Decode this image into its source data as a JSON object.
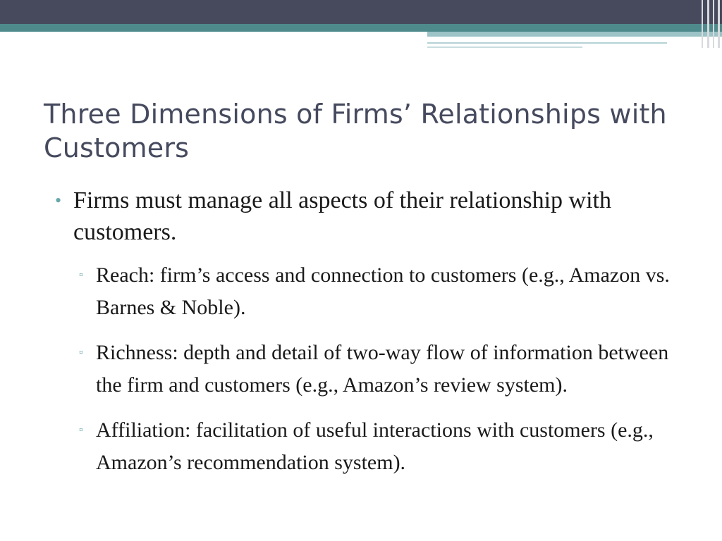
{
  "slide": {
    "title": "Three Dimensions of Firms’ Relationships with Customers",
    "bullets": [
      {
        "level": 1,
        "marker": "•",
        "text": "Firms must manage all aspects of their relationship with customers."
      },
      {
        "level": 2,
        "marker": "▫",
        "text": "Reach: firm’s access and connection to customers (e.g., Amazon vs. Barnes & Noble)."
      },
      {
        "level": 2,
        "marker": "▫",
        "text": "Richness: depth and detail of two-way flow of information between the firm and customers (e.g., Amazon’s review system)."
      },
      {
        "level": 2,
        "marker": "▫",
        "text": "Affiliation: facilitation of useful interactions with customers (e.g., Amazon’s recommendation system)."
      }
    ]
  },
  "colors": {
    "header_dark": "#474a5c",
    "header_teal": "#4e8a8c",
    "accent_light": "#9cc3c6",
    "title_text": "#464a5e",
    "bullet_marker": "#6aa7ab"
  }
}
